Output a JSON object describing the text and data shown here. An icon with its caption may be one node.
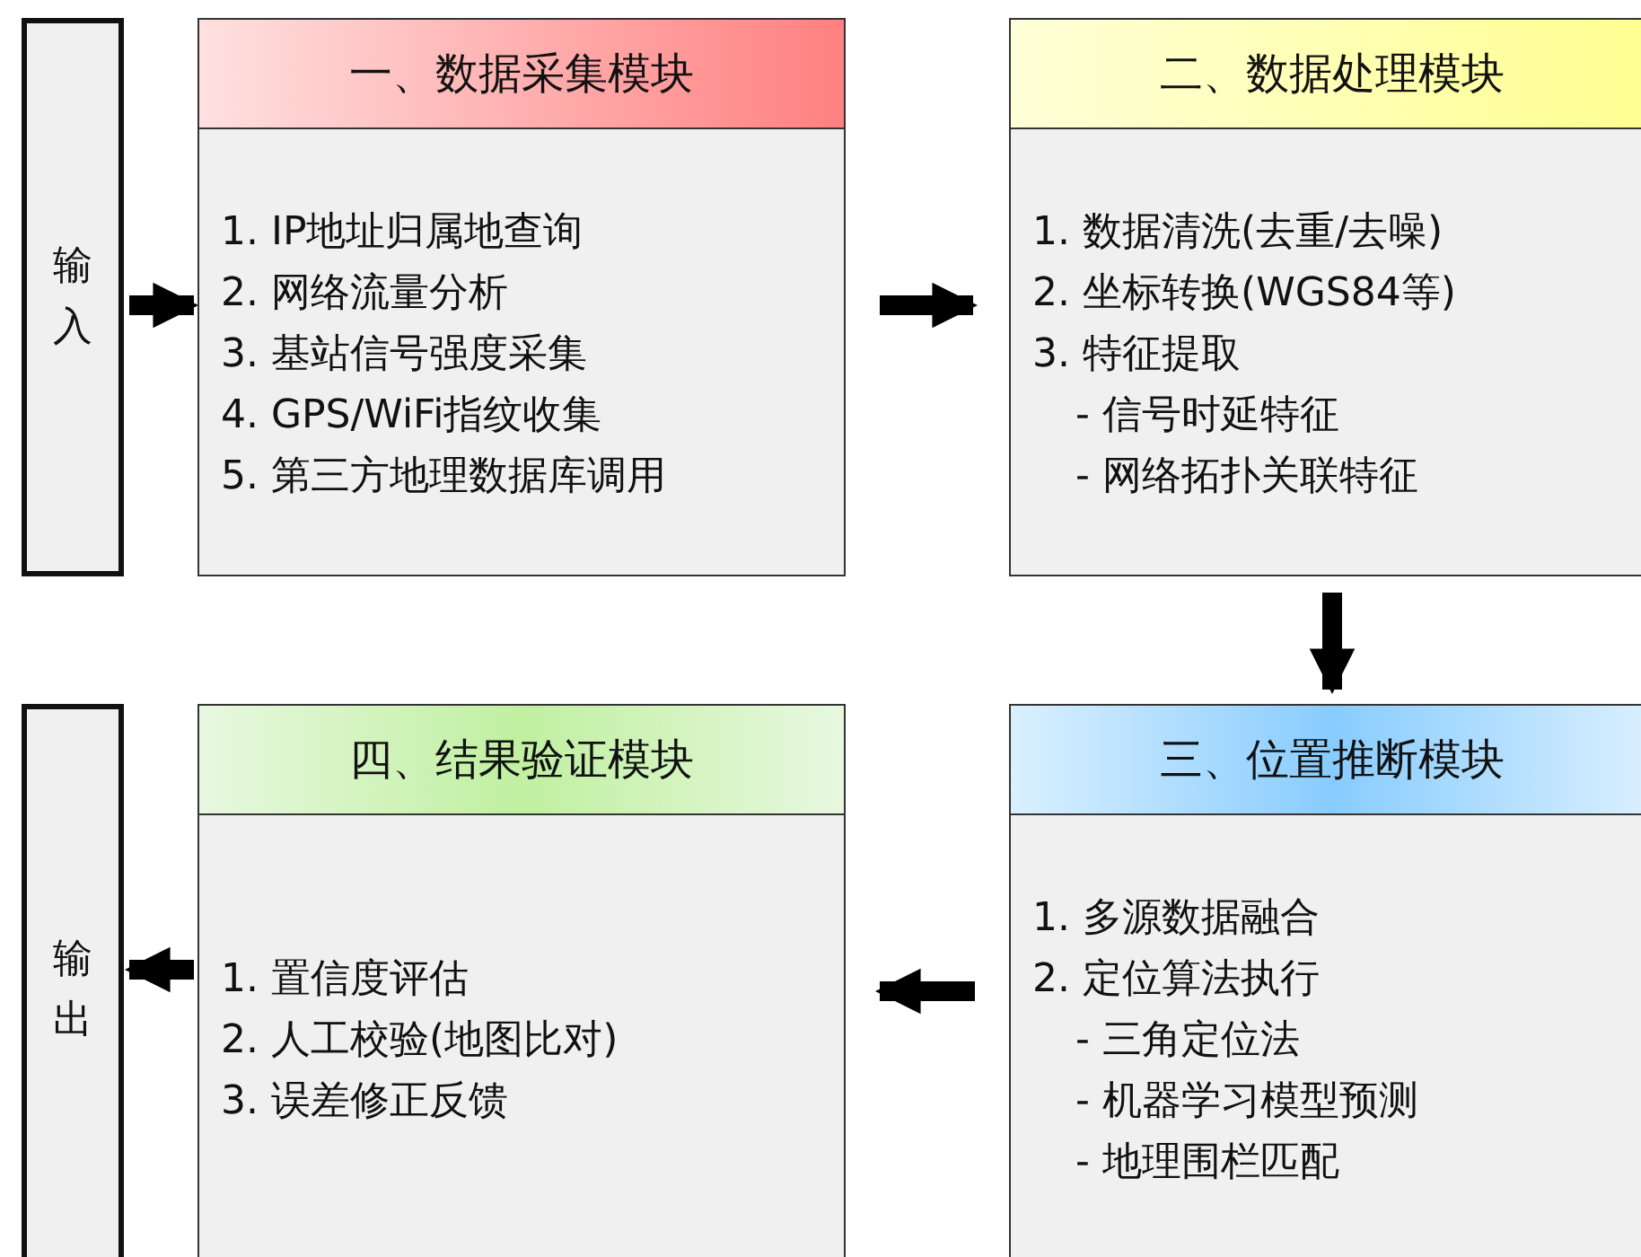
{
  "diagram": {
    "nodes": [
      {
        "text": [
          "输入"
        ]
      },
      {
        "text": [
          "一、数据采集模块",
          "1. IP地址归属地查询",
          "2. 网络流量分析",
          "3. 基站信号强度采集",
          "4. GPS/WiFi指纹收集",
          "5. 第三方地理数据库调用"
        ]
      },
      {
        "text": [
          "二、数据处理模块",
          "1. 数据清洗(去重/去噪)",
          "2. 坐标转换(WGS84等)",
          "3. 特征提取",
          "- 信号时延特征",
          "- 网络拓扑关联特征"
        ]
      },
      {
        "text": [
          "三、位置推断模块",
          "1. 多源数据融合",
          "2. 定位算法执行",
          "- 三角定位法",
          "- 机器学习模型预测",
          "- 地理围栏匹配"
        ]
      },
      {
        "text": [
          "四、结果验证模块",
          "1. 置信度评估",
          "2. 人工校验(地图比对)",
          "3. 误差修正反馈"
        ]
      },
      {
        "text": [
          "输出"
        ]
      }
    ],
    "edges": [
      {
        "from": 0,
        "to": 1,
        "arrow": "to"
      },
      {
        "from": 1,
        "to": 2,
        "arrow": "to"
      },
      {
        "from": 2,
        "to": 3,
        "arrow": "to"
      },
      {
        "from": 3,
        "to": 4,
        "arrow": "to"
      },
      {
        "from": 4,
        "to": 5,
        "arrow": "to"
      }
    ]
  }
}
